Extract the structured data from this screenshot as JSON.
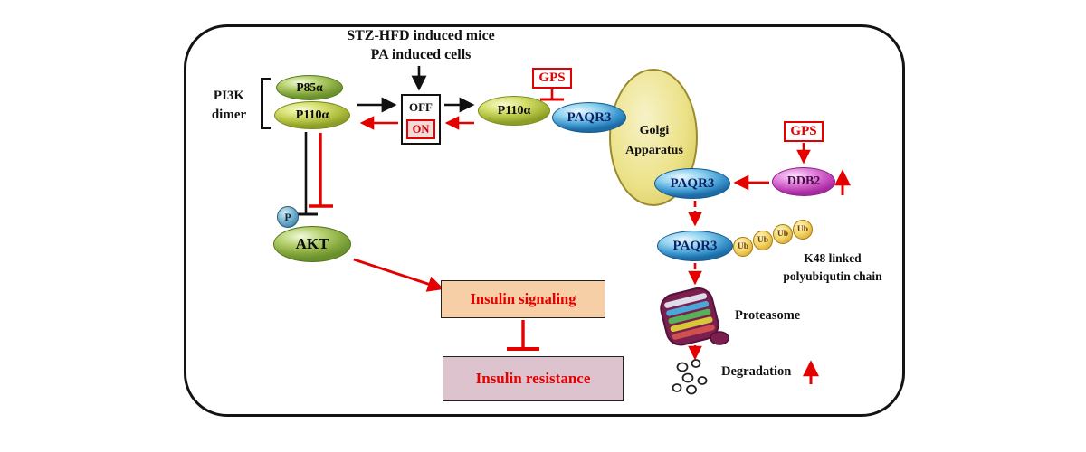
{
  "header": {
    "line1": "STZ-HFD induced mice",
    "line2": "PA induced cells"
  },
  "pi3k_label": {
    "line1": "PI3K",
    "line2": "dimer"
  },
  "switch": {
    "off": "OFF",
    "on": "ON"
  },
  "gps_left": {
    "label": "GPS"
  },
  "gps_right": {
    "label": "GPS"
  },
  "nodes": {
    "p85a": "P85α",
    "p110a_dimer": "P110α",
    "p110a_free": "P110α",
    "paqr3_golgi": "PAQR3",
    "paqr3_released": "PAQR3",
    "paqr3_ubiquitinated": "PAQR3",
    "ddb2": "DDB2",
    "akt": "AKT",
    "phospho": "P"
  },
  "golgi": {
    "line1": "Golgi",
    "line2": "Apparatus"
  },
  "ubiquitin": {
    "u1": "Ub",
    "u2": "Ub",
    "u3": "Ub",
    "u4": "Ub"
  },
  "annotations": {
    "k48_line1": "K48 linked",
    "k48_line2": "polyubiqutin chain",
    "proteasome": "Proteasome",
    "degradation": "Degradation"
  },
  "outcome_boxes": {
    "insulin_signaling": "Insulin signaling",
    "insulin_resistance": "Insulin resistance"
  },
  "colors": {
    "accent_red": "#e50000",
    "line_black": "#111111"
  }
}
